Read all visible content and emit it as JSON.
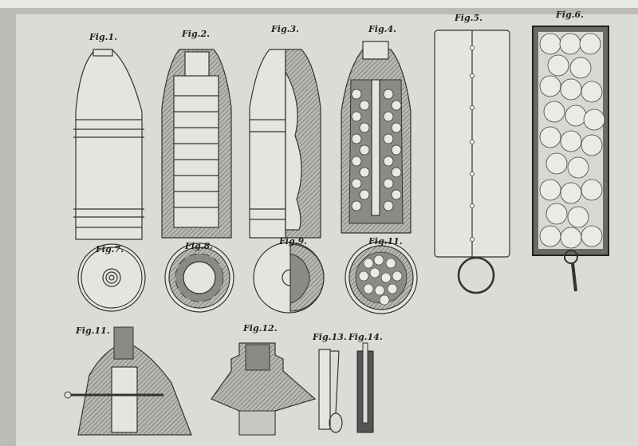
{
  "figures": {
    "fig1": "Fig.1.",
    "fig2": "Fig.2.",
    "fig3": "Fig.3.",
    "fig4": "Fig.4.",
    "fig5": "Fig.5.",
    "fig6": "Fig.6.",
    "fig7": "Fig.7.",
    "fig8": "Fig.8.",
    "fig9": "Fig.9.",
    "fig11_round": "Fig.11.",
    "fig11": "Fig.11.",
    "fig12": "Fig.12.",
    "fig13": "Fig.13.",
    "fig14": "Fig.14."
  },
  "colors": {
    "page": "#dcdcd7",
    "border": "#bcbcb6",
    "ink": "#333333"
  }
}
